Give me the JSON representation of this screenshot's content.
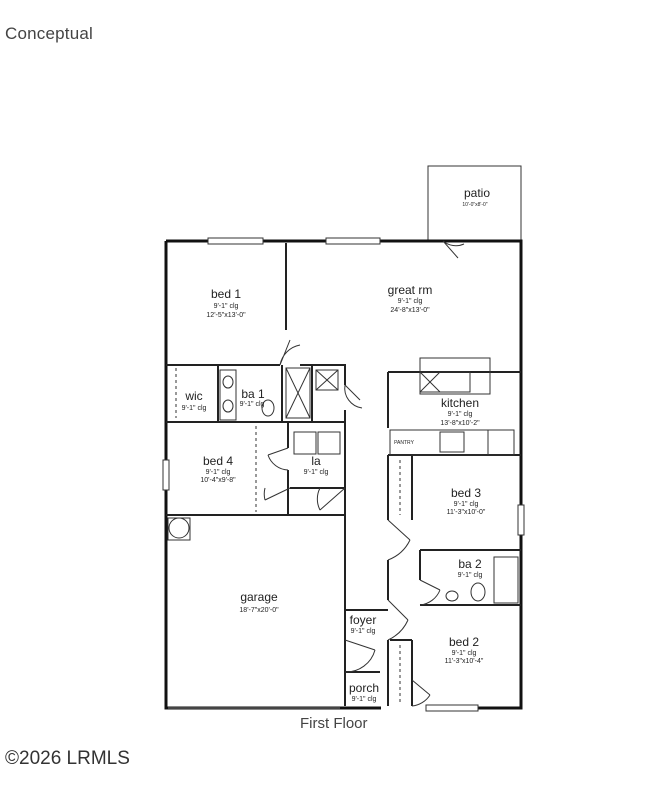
{
  "header": {
    "label": "Conceptual"
  },
  "plan": {
    "caption": "First Floor",
    "rooms": [
      {
        "id": "patio",
        "name": "patio",
        "ceiling": "",
        "size": "10'-0\"x8'-0\""
      },
      {
        "id": "bed1",
        "name": "bed 1",
        "ceiling": "9'-1\" clg",
        "size": "12'-5\"x13'-0\""
      },
      {
        "id": "great",
        "name": "great rm",
        "ceiling": "9'-1\" clg",
        "size": "24'-8\"x13'-0\""
      },
      {
        "id": "kitchen",
        "name": "kitchen",
        "ceiling": "9'-1\" clg",
        "size": "13'-8\"x10'-2\""
      },
      {
        "id": "wic",
        "name": "wic",
        "ceiling": "9'-1\" clg",
        "size": ""
      },
      {
        "id": "ba1",
        "name": "ba 1",
        "ceiling": "9'-1\" clg",
        "size": ""
      },
      {
        "id": "bed4",
        "name": "bed 4",
        "ceiling": "9'-1\" clg",
        "size": "10'-4\"x9'-8\""
      },
      {
        "id": "la",
        "name": "la",
        "ceiling": "9'-1\" clg",
        "size": ""
      },
      {
        "id": "bed3",
        "name": "bed 3",
        "ceiling": "9'-1\" clg",
        "size": "11'-3\"x10'-0\""
      },
      {
        "id": "ba2",
        "name": "ba 2",
        "ceiling": "9'-1\" clg",
        "size": ""
      },
      {
        "id": "garage",
        "name": "garage",
        "ceiling": "",
        "size": "18'-7\"x20'-0\""
      },
      {
        "id": "foyer",
        "name": "foyer",
        "ceiling": "9'-1\" clg",
        "size": ""
      },
      {
        "id": "bed2",
        "name": "bed 2",
        "ceiling": "9'-1\" clg",
        "size": "11'-3\"x10'-4\""
      },
      {
        "id": "porch",
        "name": "porch",
        "ceiling": "9'-1\" clg",
        "size": ""
      }
    ],
    "pantry_label": "PANTRY"
  },
  "footer": {
    "copyright": "©2026 LRMLS"
  }
}
